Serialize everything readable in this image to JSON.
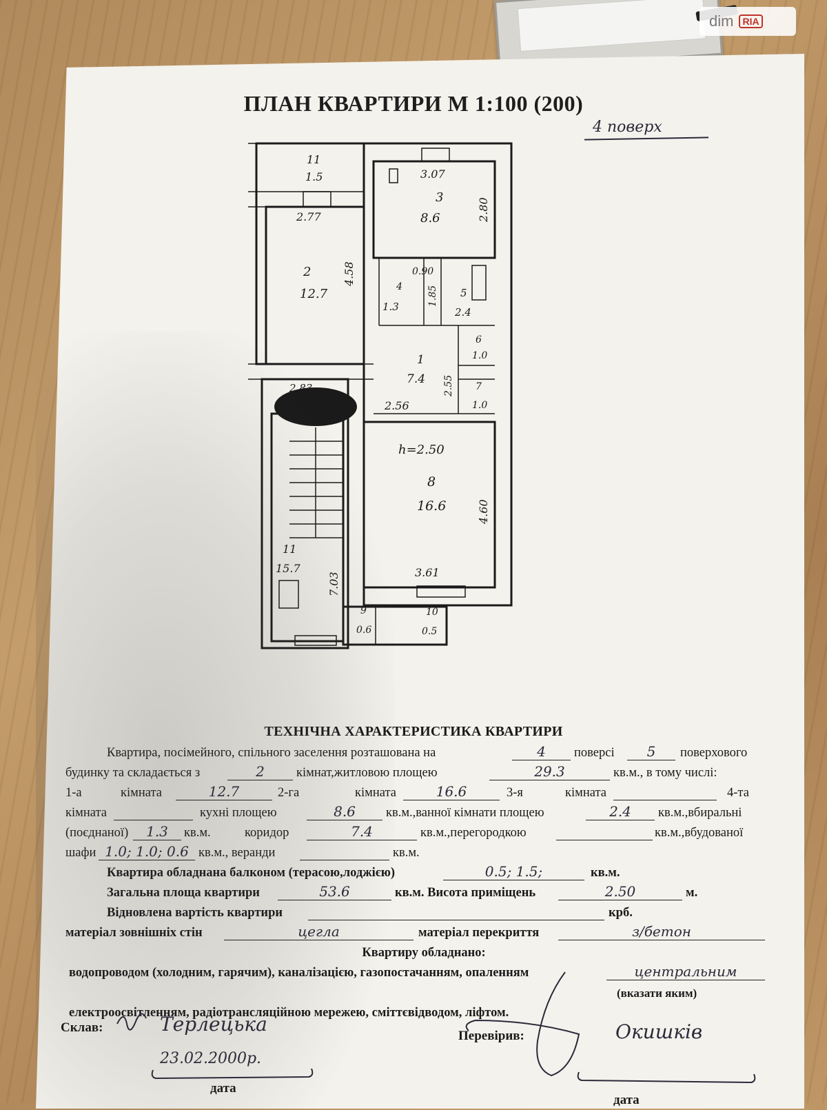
{
  "watermark": {
    "left": "dim",
    "right": "RIA"
  },
  "header": {
    "title": "ПЛАН КВАРТИРИ М 1:100 (200)",
    "floor_note": "4 поверх"
  },
  "plan": {
    "rooms": [
      {
        "label": "11",
        "area": "1.5"
      },
      {
        "label": "2",
        "area": "12.7"
      },
      {
        "label": "3",
        "area": "8.6"
      },
      {
        "label": "4",
        "area": "1.3"
      },
      {
        "label": "5",
        "area": "2.4"
      },
      {
        "label": "6",
        "area": "1.0"
      },
      {
        "label": "1",
        "area": "7.4"
      },
      {
        "label": "7",
        "area": "1.0"
      },
      {
        "label": "8",
        "area": "16.6"
      },
      {
        "label": "11",
        "area": "15.7"
      },
      {
        "label": "9",
        "area": "0.6"
      },
      {
        "label": "10",
        "area": "0.5"
      }
    ],
    "dimensions": [
      "3.07",
      "2.80",
      "2.77",
      "4.58",
      "0.90",
      "1.85",
      "2.55",
      "2.56",
      "2.83",
      "4.60",
      "3.61",
      "7.03"
    ],
    "height_note": "h=2.50"
  },
  "tech": {
    "title": "ТЕХНІЧНА ХАРАКТЕРИСТИКА КВАРТИРИ",
    "t_apartment": "Квартира, посімейного, спільного заселення розташована на",
    "floor": "4",
    "t_floor_of": "поверсі",
    "total_floors": "5",
    "t_storey": "поверхового",
    "t_building": "будинку та складається з",
    "rooms": "2",
    "t_rooms_living": "кімнат,житловою площею",
    "living_area": "29.3",
    "t_sqm_incl": "кв.м., в тому числі:",
    "t_room1": "1-а",
    "t_room_word": "кімната",
    "room1": "12.7",
    "t_room2": "2-га",
    "room2": "16.6",
    "t_room3": "3-я",
    "room3": "",
    "t_room4": "4-та",
    "room4": "",
    "t_kitchen": "кухні площею",
    "kitchen": "8.6",
    "t_bath": "кв.м.,ванної кімнати площею",
    "bath": "2.4",
    "t_toilet": "кв.м.,вбиральні",
    "t_combined": "(поєднаної)",
    "toilet": "1.3",
    "t_sqm": "кв.м.",
    "t_corridor": "коридор",
    "corridor": "7.4",
    "t_partition": "кв.м.,перегородкою",
    "partition": "",
    "t_builtin": "кв.м.,вбудованої",
    "t_closet": "шафи",
    "closets": "1.0; 1.0; 0.6",
    "t_veranda": "кв.м., веранди",
    "veranda": "",
    "t_balcony": "Квартира обладнана балконом (терасою,лоджією)",
    "balcony": "0.5; 1.5;",
    "t_total": "Загальна площа квартири",
    "total_area": "53.6",
    "t_height": "кв.м. Висота приміщень",
    "ceiling_height": "2.50",
    "t_m": "м.",
    "t_restored": "Відновлена вартість квартири",
    "restored_value": "",
    "t_krb": "крб.",
    "t_walls": "матеріал зовнішніх стін",
    "walls": "цегла",
    "t_floors_mat": "матеріал перекриття",
    "floors_mat": "з/бетон",
    "t_equipped": "Квартиру обладнано:",
    "t_utilities": "водопроводом (холодним, гарячим), каналізацією, газопостачанням, опаленням",
    "heating": "центральним",
    "t_specify": "(вказати яким)",
    "t_utilities2": "електроосвітленням, радіотрансляційною мережею, сміттєвідводом, ліфтом."
  },
  "signatures": {
    "t_compiled": "Склав:",
    "compiled_by": "Терлецька",
    "compiled_date": "23.02.2000р.",
    "t_date": "дата",
    "t_checked": "Перевірив:",
    "checked_by": "Окишків"
  }
}
